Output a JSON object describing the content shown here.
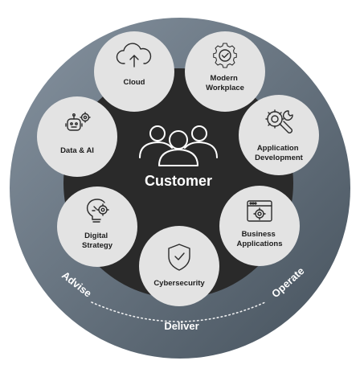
{
  "center": {
    "label": "Customer",
    "icon": "people-group-icon"
  },
  "ring": {
    "advise": "Advise",
    "deliver": "Deliver",
    "operate": "Operate"
  },
  "nodes": [
    {
      "id": "cloud",
      "lines": [
        "Cloud"
      ],
      "icon": "cloud-upload-icon"
    },
    {
      "id": "modern-workplace",
      "lines": [
        "Modern",
        "Workplace"
      ],
      "icon": "gear-check-icon"
    },
    {
      "id": "application-development",
      "lines": [
        "Application",
        "Development"
      ],
      "icon": "wrench-gear-icon"
    },
    {
      "id": "business-applications",
      "lines": [
        "Business",
        "Applications"
      ],
      "icon": "browser-gear-icon"
    },
    {
      "id": "cybersecurity",
      "lines": [
        "Cybersecurity"
      ],
      "icon": "shield-check-icon"
    },
    {
      "id": "digital-strategy",
      "lines": [
        "Digital",
        "Strategy"
      ],
      "icon": "lightbulb-gear-icon"
    },
    {
      "id": "data-ai",
      "lines": [
        "Data & AI"
      ],
      "icon": "robot-gear-icon"
    }
  ],
  "colors": {
    "outer_ring_light": "#7b8893",
    "outer_ring_dark": "#4a5560",
    "inner_disc": "#2a2a2a",
    "node_fill": "#e3e3e3",
    "node_text": "#1c1c1c"
  }
}
